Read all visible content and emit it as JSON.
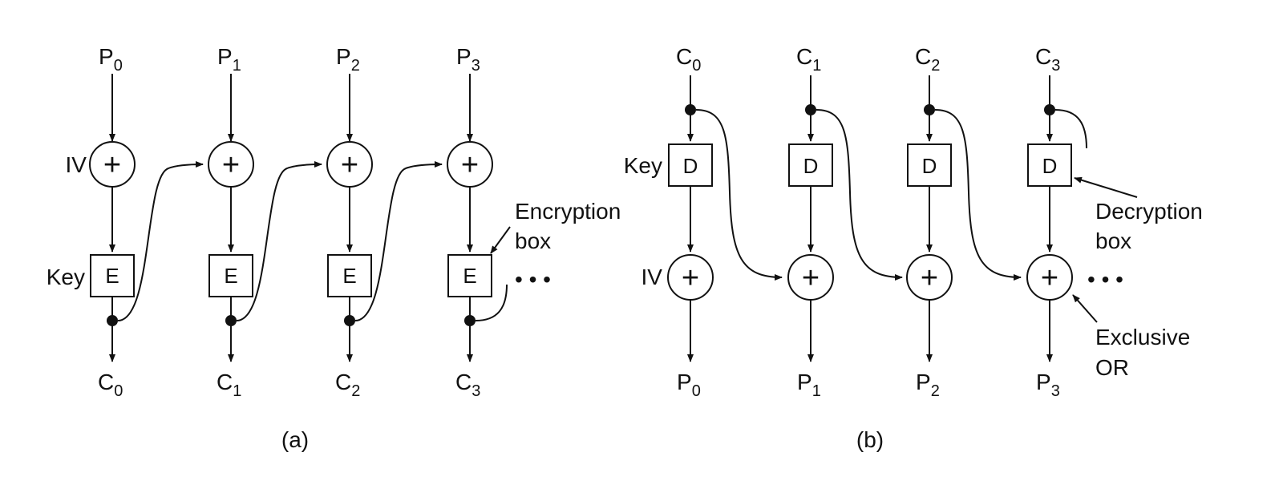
{
  "figure": {
    "part_a": {
      "caption": "(a)",
      "plaintexts": [
        {
          "base": "P",
          "sub": "0"
        },
        {
          "base": "P",
          "sub": "1"
        },
        {
          "base": "P",
          "sub": "2"
        },
        {
          "base": "P",
          "sub": "3"
        }
      ],
      "ciphertexts": [
        {
          "base": "C",
          "sub": "0"
        },
        {
          "base": "C",
          "sub": "1"
        },
        {
          "base": "C",
          "sub": "2"
        },
        {
          "base": "C",
          "sub": "3"
        }
      ],
      "iv_label": "IV",
      "key_label": "Key",
      "box_label": "E",
      "xor_symbol": "+",
      "annotation": [
        "Encryption",
        "box"
      ],
      "ellipsis": "• • •"
    },
    "part_b": {
      "caption": "(b)",
      "ciphertexts": [
        {
          "base": "C",
          "sub": "0"
        },
        {
          "base": "C",
          "sub": "1"
        },
        {
          "base": "C",
          "sub": "2"
        },
        {
          "base": "C",
          "sub": "3"
        }
      ],
      "plaintexts": [
        {
          "base": "P",
          "sub": "0"
        },
        {
          "base": "P",
          "sub": "1"
        },
        {
          "base": "P",
          "sub": "2"
        },
        {
          "base": "P",
          "sub": "3"
        }
      ],
      "iv_label": "IV",
      "key_label": "Key",
      "box_label": "D",
      "xor_symbol": "+",
      "annotation_box": [
        "Decryption",
        "box"
      ],
      "annotation_xor": [
        "Exclusive",
        "OR"
      ],
      "ellipsis": "• • •"
    }
  }
}
